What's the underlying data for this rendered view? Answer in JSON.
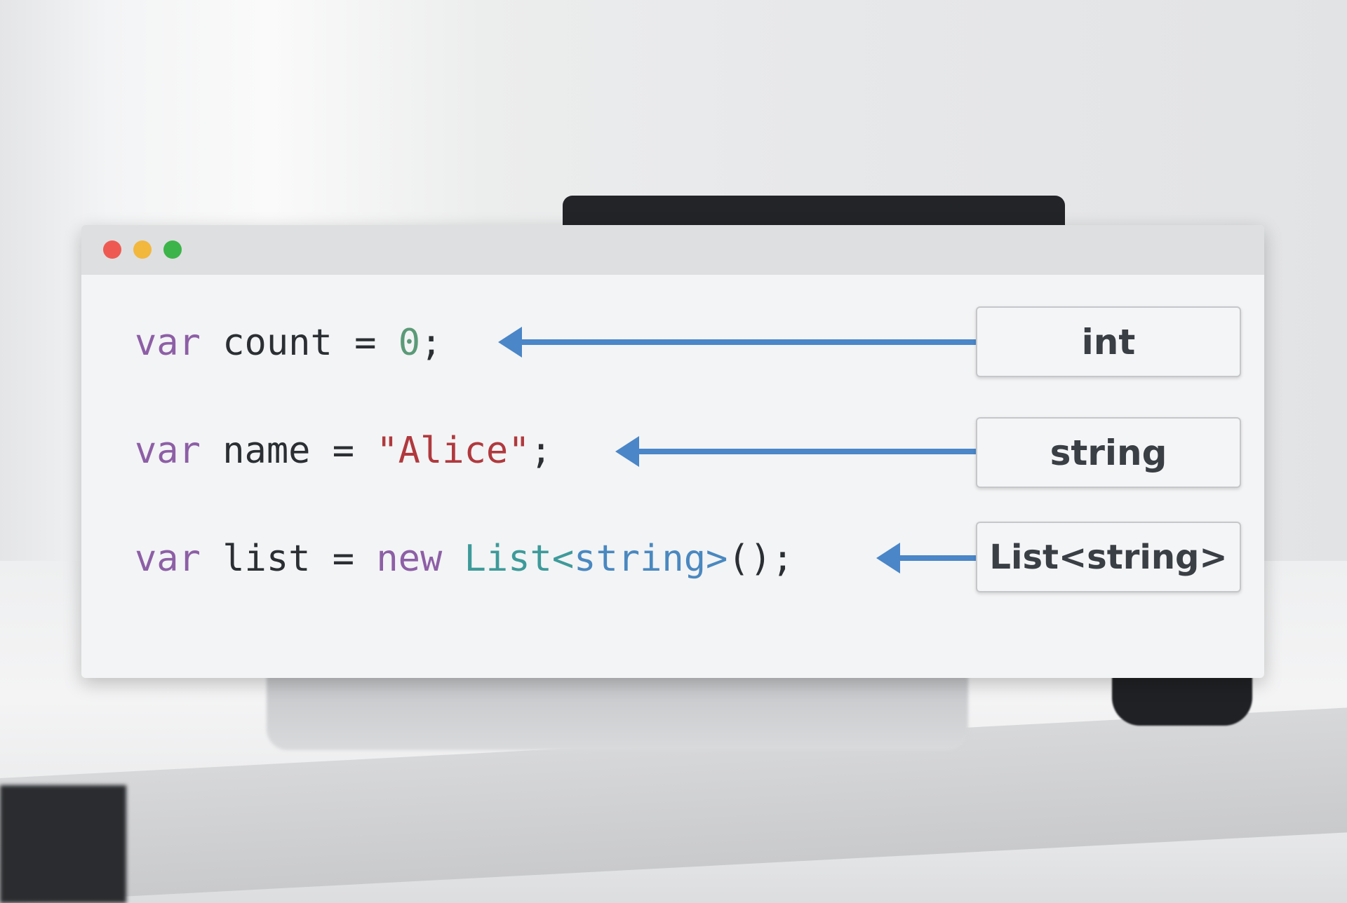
{
  "window": {
    "controls": {
      "close_color": "#ee5a52",
      "minimize_color": "#f2b73d",
      "maximize_color": "#3cb449"
    }
  },
  "code": {
    "lines": [
      {
        "keyword": "var",
        "ident": " count = ",
        "value": "0",
        "end": ";"
      },
      {
        "keyword": "var",
        "ident": " name = ",
        "value": "\"Alice\"",
        "end": ";"
      },
      {
        "keyword": "var",
        "ident": " list = ",
        "new_kw": "new",
        "space": " ",
        "type": "List",
        "lt": "<",
        "tparam": "string",
        "gt": ">",
        "end": "();"
      }
    ]
  },
  "annotations": [
    {
      "label": "int"
    },
    {
      "label": "string"
    },
    {
      "label": "List<string>"
    }
  ],
  "colors": {
    "arrow": "#4a86c8",
    "keyword": "#8d5fa6",
    "number": "#5a9a78",
    "string": "#b0393e",
    "type": "#3e9a9a"
  }
}
